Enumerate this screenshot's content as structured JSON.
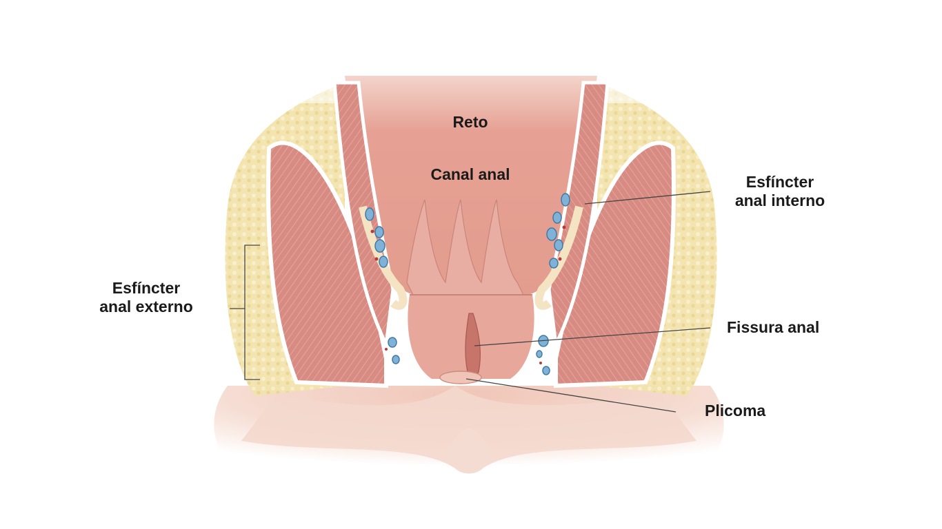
{
  "labels": {
    "reto": "Reto",
    "canal_anal": "Canal anal",
    "esfincter_interno": [
      "Esfíncter",
      "anal interno"
    ],
    "esfincter_externo": [
      "Esfíncter",
      "anal externo"
    ],
    "fissura_anal": "Fissura anal",
    "plicoma": "Plicoma"
  },
  "colors": {
    "fat": "#f1e2a8",
    "muscle": "#d98e86",
    "canal": "#e8a69a",
    "skin": "#f3d2c6",
    "vessel": "#6fa8cf",
    "leader": "#444444"
  }
}
